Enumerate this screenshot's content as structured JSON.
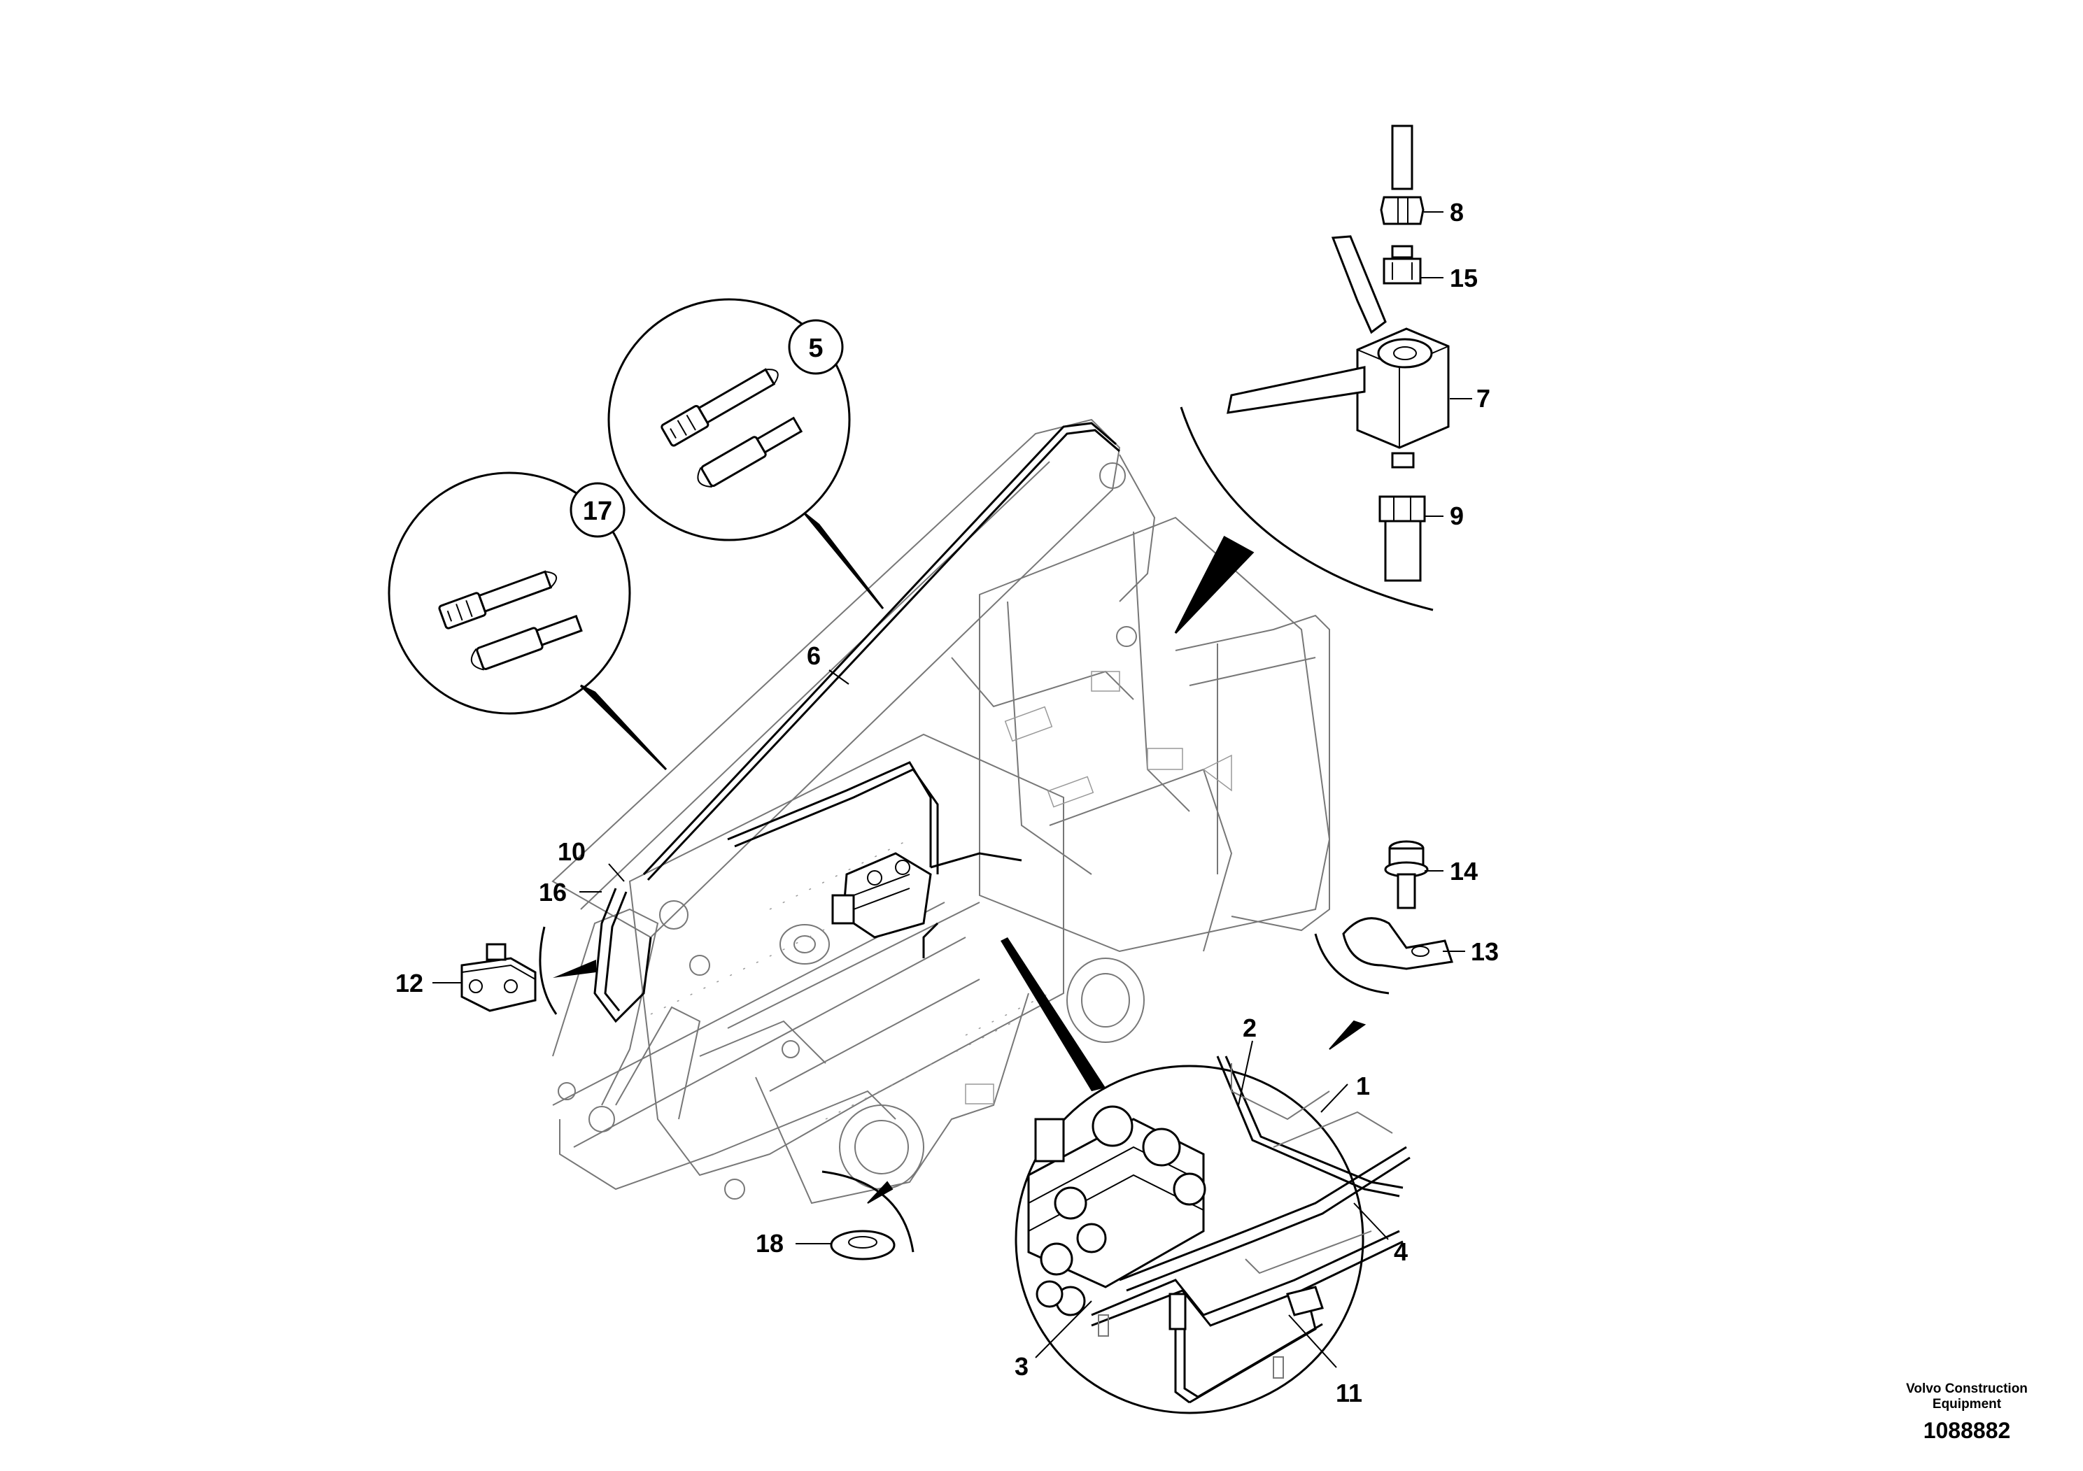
{
  "callouts": {
    "c1": "1",
    "c2": "2",
    "c3": "3",
    "c4": "4",
    "c5": "5",
    "c6": "6",
    "c7": "7",
    "c8": "8",
    "c9": "9",
    "c10": "10",
    "c11": "11",
    "c12": "12",
    "c13": "13",
    "c14": "14",
    "c15": "15",
    "c16": "16",
    "c17": "17",
    "c18": "18"
  },
  "caption": {
    "maker_line1": "Volvo Construction",
    "maker_line2": "Equipment",
    "drawing_number": "1088882"
  }
}
